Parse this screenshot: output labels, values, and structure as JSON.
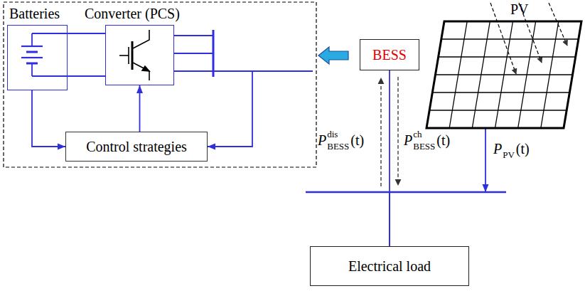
{
  "diagram": {
    "nodes": [
      {
        "text": [
          "Batteries"
        ]
      },
      {
        "text": [
          "Converter (PCS)"
        ]
      },
      {
        "text": [
          "Control strategies"
        ]
      },
      {
        "text": [
          "BESS"
        ]
      },
      {
        "text": [
          "PV"
        ]
      },
      {
        "text": [
          "Electrical load"
        ]
      }
    ],
    "edges": [
      {
        "from": 0,
        "to": 1,
        "arrow": "none"
      },
      {
        "from": 0,
        "to": 2,
        "arrow": "to"
      },
      {
        "from": 2,
        "to": 1,
        "arrow": "to"
      },
      {
        "from": 1,
        "to": 2,
        "arrow": "to"
      },
      {
        "from": 3,
        "to": 5,
        "arrow": "none"
      },
      {
        "from": 4,
        "to": 5,
        "arrow": "to"
      }
    ],
    "labels": [
      "P",
      "dis",
      "BESS",
      "(t)",
      "P",
      "ch",
      "BESS",
      "(t)",
      "P",
      "PV",
      "(t)"
    ]
  }
}
